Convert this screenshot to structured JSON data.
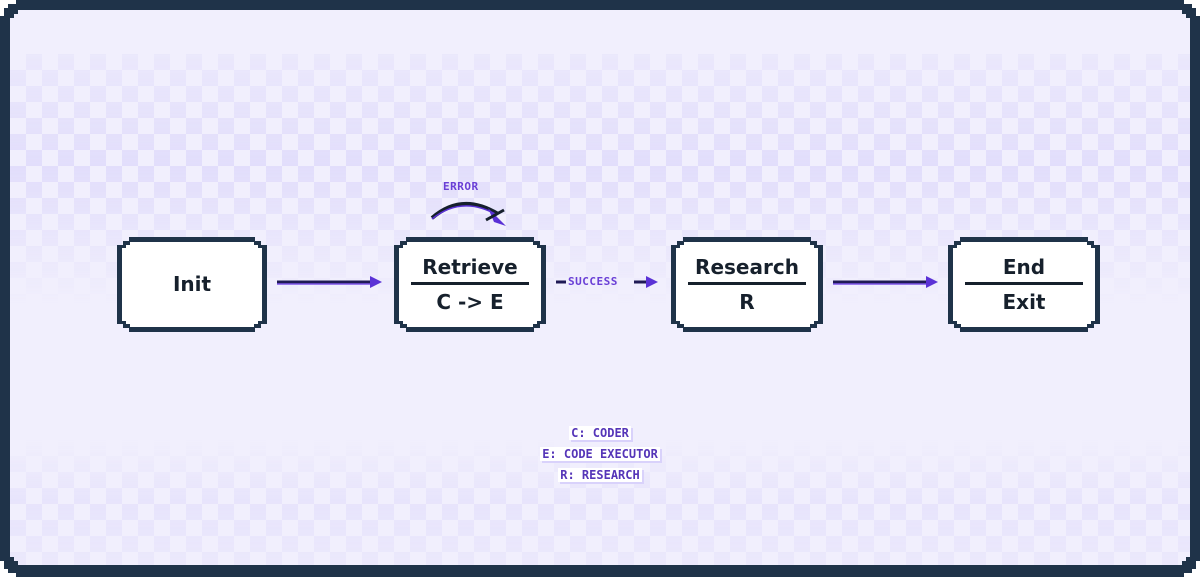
{
  "colors": {
    "frame": "#1f3349",
    "background": "#f1effd",
    "node_fill": "#ffffff",
    "text": "#16202c",
    "accent": "#5b32d6"
  },
  "nodes": {
    "init": {
      "label": "Init"
    },
    "retrieve": {
      "label": "Retrieve",
      "sub": "C -> E"
    },
    "research": {
      "label": "Research",
      "sub": "R"
    },
    "end": {
      "label": "End",
      "sub": "Exit"
    }
  },
  "edges": {
    "retrieve_loop": {
      "label": "ERROR"
    },
    "retrieve_research": {
      "label": "SUCCESS"
    }
  },
  "legend": {
    "items": [
      "C: CODER",
      "E: CODE EXECUTOR",
      "R: RESEARCH"
    ]
  }
}
